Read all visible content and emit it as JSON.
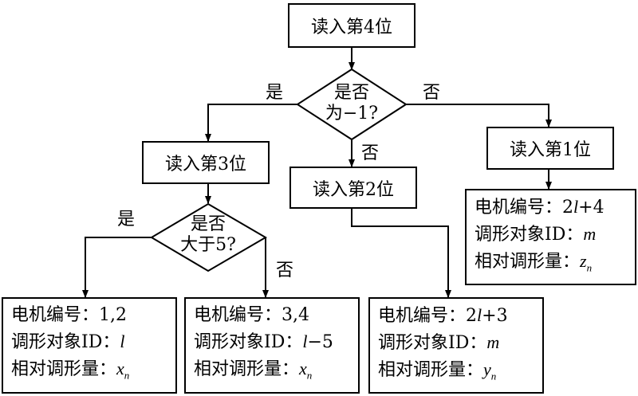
{
  "nodes": {
    "read4": "读入第4位",
    "read3": "读入第3位",
    "read2": "读入第2位",
    "read1": "读入第1位"
  },
  "decisions": {
    "d1": {
      "line1": "是否",
      "line2": "为−1?"
    },
    "d2": {
      "line1": "是否",
      "line2": "大于5?"
    }
  },
  "branch_labels": {
    "yes": "是",
    "no": "否"
  },
  "field_labels": {
    "motor": "电机编号：",
    "target": "调形对象ID：",
    "relative": "相对调形量："
  },
  "outputs": {
    "o1": {
      "motor": "1,2",
      "target": "l",
      "rel_var": "x",
      "rel_sub": "n"
    },
    "o2": {
      "motor": "3,4",
      "target_var": "l",
      "target_suffix": "−5",
      "rel_var": "x",
      "rel_sub": "n"
    },
    "o3": {
      "motor_prefix": "2",
      "motor_var": "l",
      "motor_suffix": "+3",
      "target": "m",
      "rel_var": "y",
      "rel_sub": "n"
    },
    "o4": {
      "motor_prefix": "2",
      "motor_var": "l",
      "motor_suffix": "+4",
      "target": "m",
      "rel_var": "z",
      "rel_sub": "n"
    }
  }
}
